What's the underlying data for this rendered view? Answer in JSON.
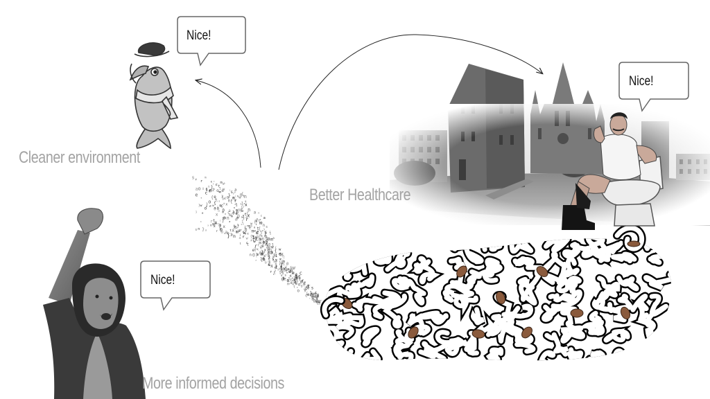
{
  "labels": {
    "cleaner_environment": "Cleaner environment",
    "better_healthcare": "Better Healthcare",
    "informed_decisions": "More informed decisions"
  },
  "bubbles": {
    "fish": "Nice!",
    "man": "Nice!",
    "woman": "Nice!"
  },
  "colors": {
    "caption": "#a3a3a3",
    "bubble_border": "#666666",
    "arrow": "#222222",
    "intestine_outline": "#000000",
    "pellet": "#8a5a3c"
  },
  "icons": {
    "fish": "cartoon-fish-with-hat",
    "city": "gothic-cathedral-street",
    "man": "man-sitting-on-toilet",
    "woman": "woman-raising-fist",
    "particles": "scattered-characters-stream",
    "intestine": "intestine-maze"
  }
}
